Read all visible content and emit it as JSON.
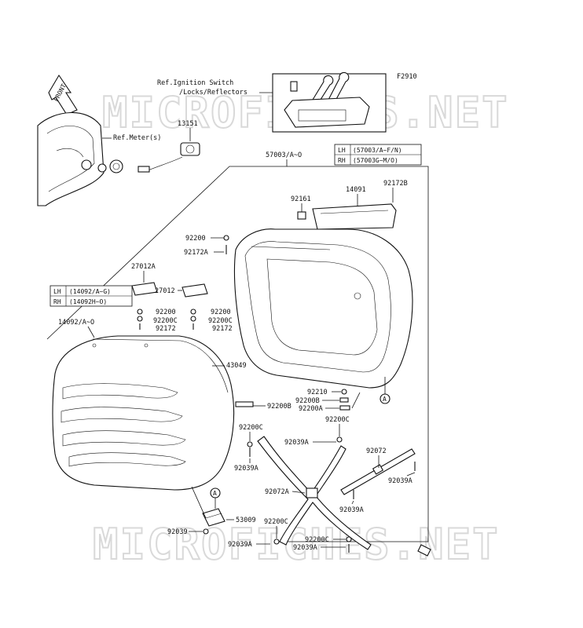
{
  "figure_code": "F2910",
  "watermark": "MICROFICHES.NET",
  "front_label": "FRONT",
  "refs": {
    "ignition": [
      "Ref.Ignition Switch",
      "/Locks/Reflectors"
    ],
    "meter": "Ref.Meter(s)"
  },
  "callouts": {
    "c13151": "13151",
    "c57003": "57003/A~O",
    "c92161": "92161",
    "c14091": "14091",
    "c92172B": "92172B",
    "c92200a": "92200",
    "c92172Aa": "92172A",
    "c27012A": "27012A",
    "c27012": "27012",
    "c92200b": "92200",
    "c92200Ca": "92200C",
    "c92172a": "92172",
    "c92200c": "92200",
    "c92200Cb": "92200C",
    "c92172b": "92172",
    "c14092": "14092/A~O",
    "c43049": "43049",
    "c92210": "92210",
    "c92200B1": "92200B",
    "c92200A": "92200A",
    "cA1": "A",
    "c92200B2": "92200B",
    "c92200Cc": "92200C",
    "c92200Cd": "92200C",
    "c92039Aa": "92039A",
    "c92039Ab": "92039A",
    "c92072": "92072",
    "c92039Ac": "92039A",
    "c92072A": "92072A",
    "c92039Ad": "92039A",
    "cA2": "A",
    "c53009": "53009",
    "c92200Ce": "92200C",
    "c92039": "92039",
    "c92039Ae": "92039A",
    "c92200Cf": "92200C",
    "c92039Af": "92039A"
  },
  "tables": {
    "case": {
      "rows": [
        [
          "LH",
          "(57003/A~F/N)"
        ],
        [
          "RH",
          "(57003G~M/O)"
        ]
      ]
    },
    "cover": {
      "rows": [
        [
          "LH",
          "(14092/A~G)"
        ],
        [
          "RH",
          "(14092H~O)"
        ]
      ]
    }
  }
}
